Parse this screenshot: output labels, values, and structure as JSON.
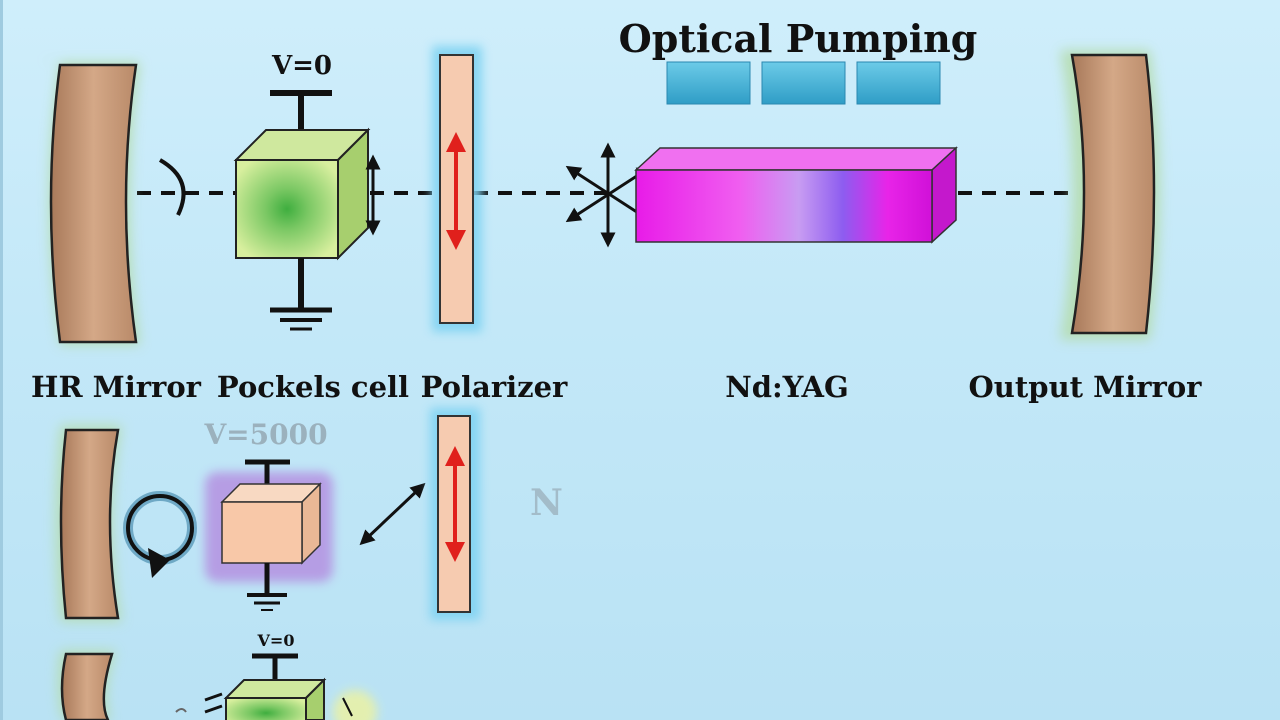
{
  "title": "Optical Pumping",
  "labels": {
    "hr_mirror": "HR Mirror",
    "pockels_cell": "Pockels cell",
    "polarizer": "Polarizer",
    "nd_yag": "Nd:YAG",
    "output_mirror": "Output Mirror"
  },
  "voltages": {
    "top": "V=0",
    "middle": "V=5000",
    "bottom": "V=0"
  },
  "partial_text": "N",
  "colors": {
    "mirror": "#c79a78",
    "cube_green": "#b9df86",
    "cube_orange": "#f8c8a8",
    "polarizer": "#f6cbb0",
    "pump_block": "#3fb2d8",
    "rod_magenta": "#ee22ee",
    "arrow_red": "#e0201c"
  }
}
